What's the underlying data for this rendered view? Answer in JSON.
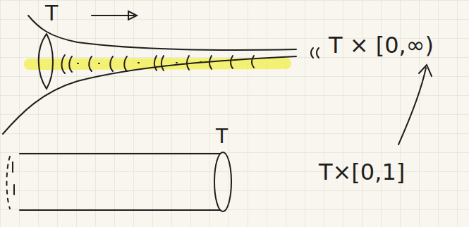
{
  "diagram": {
    "labels": [
      "T",
      "T × [0,∞)",
      "T",
      "T×[0,1]"
    ]
  }
}
